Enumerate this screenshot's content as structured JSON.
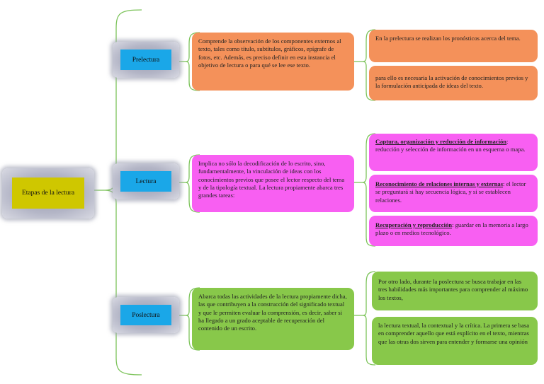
{
  "root": {
    "label": "Etapas de la lectura"
  },
  "stages": [
    {
      "label": "Prelectura"
    },
    {
      "label": "Lectura"
    },
    {
      "label": "Poslectura"
    }
  ],
  "descriptions": {
    "prelectura": "Comprende la observación de los componentes externos al texto, tales como título, subtítulos, gráficos, epígrafe de fotos, etc. Además, es preciso definir en esta instancia el objetivo de lectura o para qué se lee ese texto.",
    "lectura": "Implica no sólo la decodificación de lo escrito, sino, fundamentalmente, la vinculación de ideas con los conocimientos previos que posee el lector respecto del tema y de la tipología textual. La lectura propiamente abarca tres grandes tareas:",
    "poslectura": "Abarca todas las actividades de la lectura propiamente dicha, las que contribuyen a la construcción del significado textual y que le permiten evaluar la comprensión, es decir, saber si ha llegado a un grado aceptable de recuperación del contenido de un escrito."
  },
  "details": {
    "prelectura": [
      "En la prelectura se realizan los pronósticos acerca del tema.",
      "para ello es necesaria la activación de conocimientos previos y la formulación anticipada de ideas del texto."
    ],
    "lectura": [
      {
        "title": "Captura, organización y reducción de información",
        "text": ": reducción y selección de información en un esquema o mapa."
      },
      {
        "title": "Reconocimiento de relaciones internas y externas",
        "text": ": el lector se preguntará si hay secuencia lógica, y si se establecen relaciones."
      },
      {
        "title": "Recuperación y reproducción",
        "text": ": guardar en la memoria a largo plazo o en medios tecnológico."
      }
    ],
    "poslectura": [
      "Por otro lado, durante la poslectura se busca trabajar en las tres habilidades más importantes para comprender al máximo los textos,",
      "la lectura textual, la contextual y la crítica. La primera se basa en comprender aquello que está explícito en el texto, mientras que las otras dos sirven para entender y formarse una opinión"
    ]
  },
  "colors": {
    "root": "#cfc700",
    "stage": "#1aa7e8",
    "prelectura": "#f4915a",
    "lectura": "#f85ff2",
    "poslectura": "#88c84a",
    "connector": "#7cc35a"
  }
}
